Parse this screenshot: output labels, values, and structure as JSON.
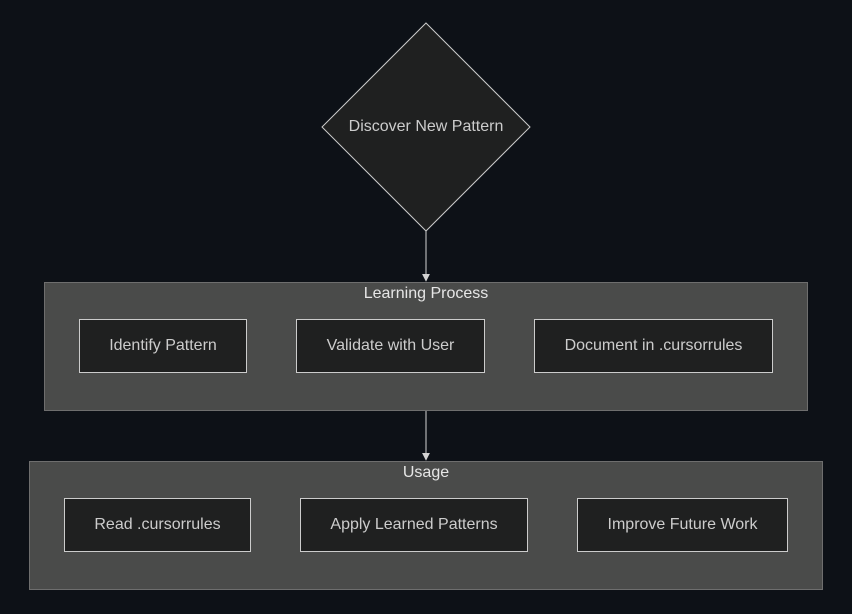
{
  "diagram": {
    "start_node": {
      "label": "Discover New Pattern",
      "shape": "diamond"
    },
    "clusters": [
      {
        "title": "Learning Process",
        "nodes": [
          "Identify Pattern",
          "Validate with User",
          "Document in .cursorrules"
        ]
      },
      {
        "title": "Usage",
        "nodes": [
          "Read .cursorrules",
          "Apply Learned Patterns",
          "Improve Future Work"
        ]
      }
    ],
    "colors": {
      "background": "#0d1117",
      "node_fill": "#1f2020",
      "node_stroke": "#cccccc",
      "cluster_fill": "#4a4b4a",
      "text": "#cccccc",
      "edge": "#d3d3d3"
    }
  }
}
